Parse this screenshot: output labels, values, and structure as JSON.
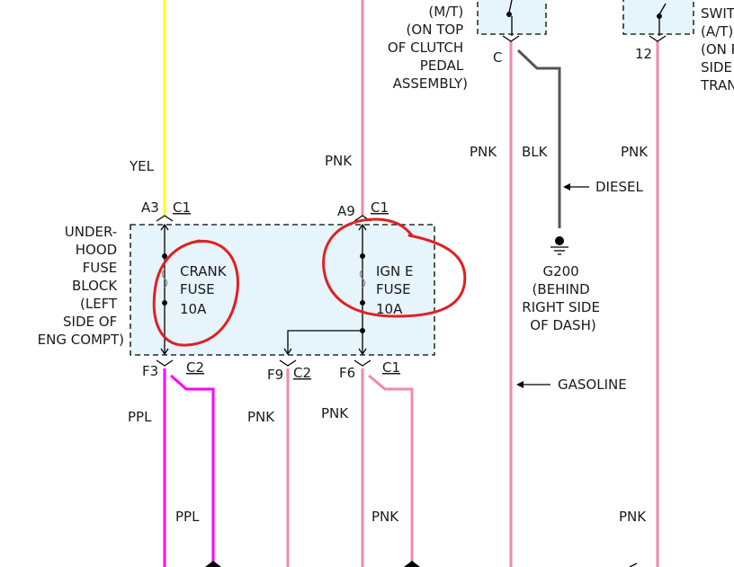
{
  "colors": {
    "yel": "#ffff00",
    "pnk": "#f08aa8",
    "ppl": "#ff00ff",
    "blk": "#555555",
    "box_fill": "#e6f4fb",
    "circle": "#e02020"
  },
  "labels": {
    "mt_switch": [
      "(M/T)",
      "(ON TOP",
      "OF CLUTCH",
      "PEDAL",
      "ASSEMBLY)"
    ],
    "at_switch": [
      "SWIT",
      "(A/T)",
      "(ON R",
      "SIDE",
      "TRAN"
    ],
    "pin_c": "C",
    "pin_12": "12",
    "wire_pnk_1": "PNK",
    "wire_blk": "BLK",
    "wire_pnk_2": "PNK",
    "wire_yel": "YEL",
    "wire_pnk_top": "PNK",
    "diesel": "DIESEL",
    "gasoline": "GASOLINE",
    "g200": [
      "G200",
      "(BEHIND",
      "RIGHT SIDE",
      "OF DASH)"
    ],
    "fuse_block": [
      "UNDER-",
      "HOOD",
      "FUSE",
      "BLOCK",
      "(LEFT",
      "SIDE OF",
      "ENG COMPT)"
    ],
    "a3": "A3",
    "c1_a3": "C1",
    "a9": "A9",
    "c1_a9": "C1",
    "crank_fuse": [
      "CRANK",
      "FUSE",
      "10A"
    ],
    "ign_fuse": [
      "IGN E",
      "FUSE",
      "10A"
    ],
    "f3": "F3",
    "c2_f3": "C2",
    "f9": "F9",
    "c2_f9": "C2",
    "f6": "F6",
    "c1_f6": "C1",
    "ppl_top": "PPL",
    "pnk_f9": "PNK",
    "pnk_f6": "PNK",
    "ppl_bottom": "PPL",
    "pnk_bottom_mid": "PNK",
    "pnk_bottom_right": "PNK"
  }
}
